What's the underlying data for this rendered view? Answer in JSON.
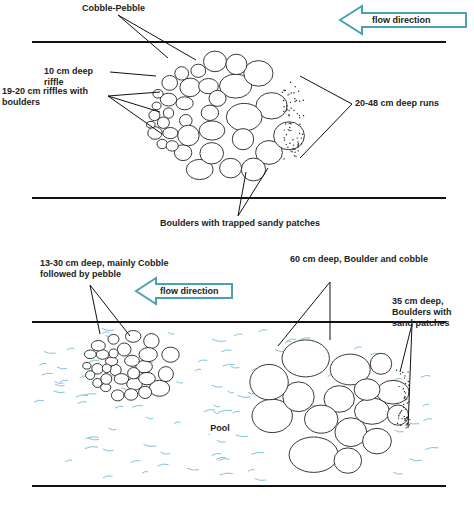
{
  "diagram": {
    "labels": [
      "Cobble-Pebble",
      "flow direction",
      "10 cm deep riffle",
      "19-20 cm riffles with boulders",
      "20-48 cm deep runs",
      "Boulders with trapped sandy patches",
      "flow direction",
      "13-30 cm deep, mainly Cobble followed by pebble",
      "60 cm deep, Boulder and cobble",
      "35 cm deep, Boulders with sand patches",
      "Pool"
    ]
  }
}
